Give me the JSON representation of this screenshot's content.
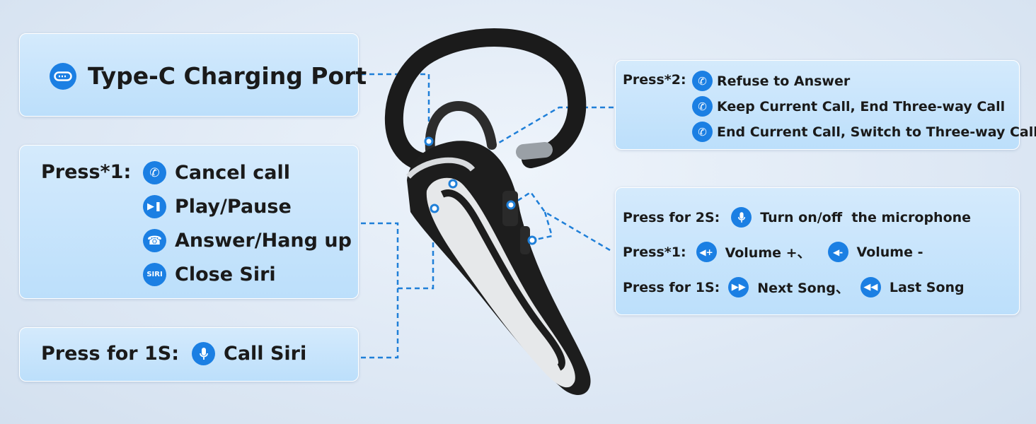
{
  "type_c": {
    "label": "Type-C Charging Port",
    "icon": "usb-c-port-icon"
  },
  "press1_left": {
    "heading": "Press*1:",
    "items": [
      {
        "label": "Cancel call",
        "icon": "phone-cancel-icon"
      },
      {
        "label": "Play/Pause",
        "icon": "play-pause-icon"
      },
      {
        "label": "Answer/Hang up",
        "icon": "answer-hangup-icon"
      },
      {
        "label": "Close Siri",
        "icon": "siri-icon",
        "icon_text": "SIRI"
      }
    ]
  },
  "press1s_left": {
    "heading": "Press for 1S:",
    "label": "Call Siri",
    "icon": "microphone-icon"
  },
  "press2": {
    "heading": "Press*2:",
    "items": [
      {
        "label": "Refuse to Answer",
        "icon": "refuse-call-icon"
      },
      {
        "label": "Keep Current Call, End Three-way Call",
        "icon": "keep-call-icon"
      },
      {
        "label": "End Current Call, Switch to Three-way Call",
        "icon": "switch-call-icon"
      }
    ]
  },
  "right_controls": {
    "press2s": {
      "heading": "Press for 2S:",
      "label": "Turn on/off  the microphone",
      "icon": "microphone-icon"
    },
    "press1": {
      "heading": "Press*1:",
      "vol_up": "Volume +、",
      "vol_down": "Volume -",
      "icon_up": "volume-up-icon",
      "icon_down": "volume-down-icon"
    },
    "press1s": {
      "heading": "Press for 1S:",
      "next": "Next Song、",
      "last": "Last Song",
      "icon_next": "next-song-icon",
      "icon_last": "last-song-icon"
    }
  },
  "colors": {
    "accent": "#1b7fe3",
    "card_bg": "#c6e3fb",
    "line": "#1f7fd8"
  }
}
